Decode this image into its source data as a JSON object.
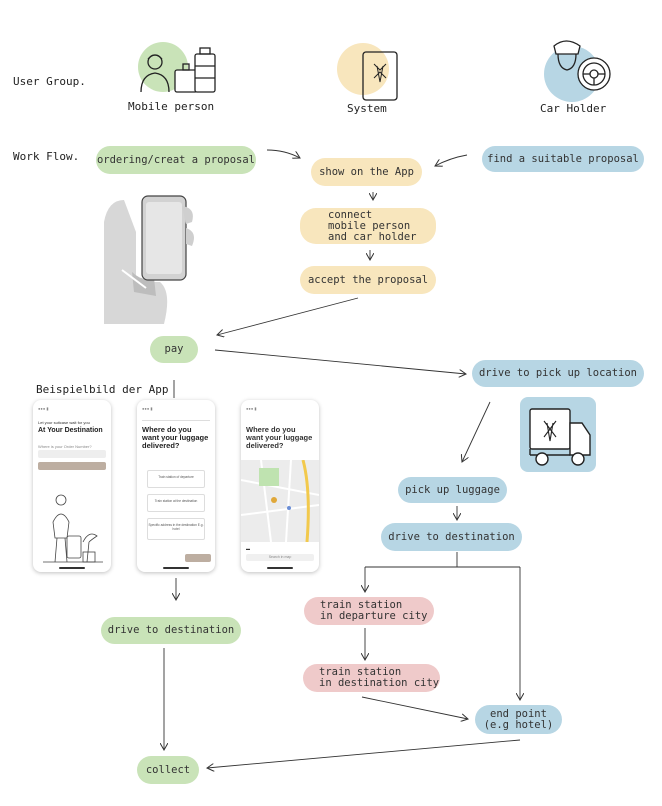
{
  "header": {
    "user_group_label": "User Group.",
    "work_flow_label": "Work Flow.",
    "example_label": "Beispielbild der App"
  },
  "actors": {
    "mobile_person": "Mobile person",
    "system": "System",
    "car_holder": "Car Holder"
  },
  "nodes": {
    "ordering": "ordering/creat a proposal",
    "show_on_app": "show on the App",
    "find_proposal": "find a suitable proposal",
    "connect": "connect\nmobile person\nand car holder",
    "accept": "accept the proposal",
    "pay": "pay",
    "drive_pickup": "drive to pick up location",
    "pick_up_luggage": "pick up luggage",
    "drive_destination_right": "drive to destination",
    "train_departure": "train station\nin departure city",
    "train_destination": "train station\nin destination city",
    "end_point": "end point\n(e.g hotel)",
    "drive_destination_left": "drive to destination",
    "collect": "collect"
  },
  "colors": {
    "green": "#c9e3b8",
    "yellow": "#f8e6bd",
    "blue": "#b7d6e4",
    "pink": "#efcaca"
  },
  "icons": {
    "mobile_person": "person-with-luggage-icon",
    "system": "phone-app-icon",
    "car_holder": "driver-with-steering-wheel-icon",
    "hand": "hand-holding-phone-icon",
    "truck": "delivery-truck-icon"
  },
  "phones": {
    "p1": {
      "intro": "Let your suitcase wait for you",
      "title": "At Your Destination",
      "field": "Where is your Order Number?"
    },
    "p2": {
      "title": "Where do you\nwant your luggage\ndelivered?",
      "options": [
        "Train station of departure",
        "Train station at the destination",
        "Specific address in the destination\nE.g. hotel"
      ]
    },
    "p3": {
      "title": "Where do you\nwant your luggage\ndelivered?",
      "search": "Search in map"
    }
  }
}
